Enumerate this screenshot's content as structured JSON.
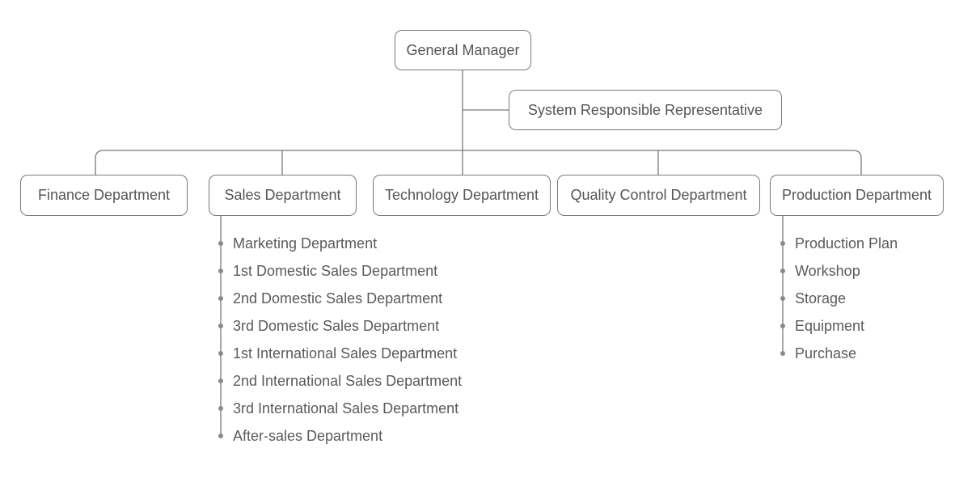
{
  "top": {
    "label": "General Manager"
  },
  "assistant": {
    "label": "System Responsible Representative"
  },
  "departments": [
    {
      "label": "Finance Department"
    },
    {
      "label": "Sales Department"
    },
    {
      "label": "Technology Department"
    },
    {
      "label": "Quality Control Department"
    },
    {
      "label": "Production Department"
    }
  ],
  "sales_units": [
    "Marketing Department",
    "1st Domestic Sales Department",
    "2nd Domestic Sales Department",
    "3rd Domestic Sales Department",
    "1st International Sales Department",
    "2nd International Sales Department",
    "3rd International Sales Department",
    "After-sales Department"
  ],
  "production_units": [
    "Production Plan",
    "Workshop",
    "Storage",
    "Equipment",
    "Purchase"
  ],
  "colors": {
    "line": "#7a7a7a",
    "text": "#555555",
    "dot": "#8a8a8a"
  }
}
